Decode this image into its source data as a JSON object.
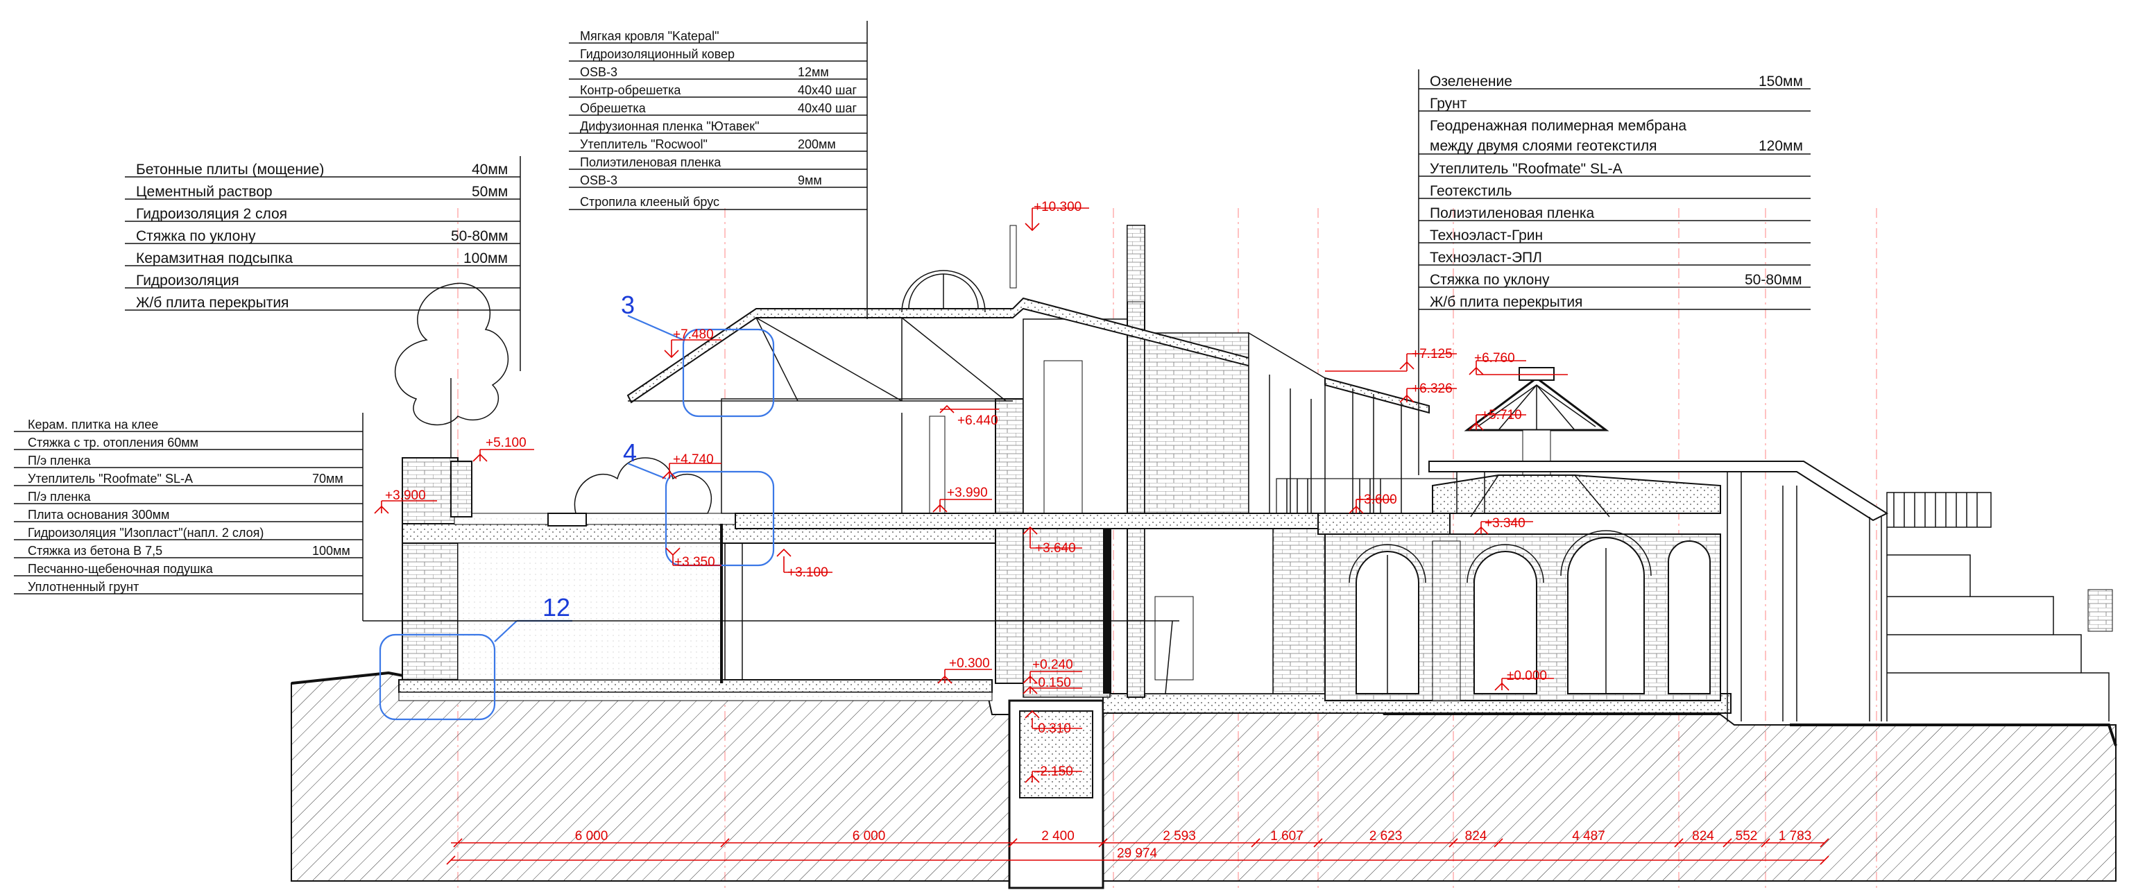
{
  "layer_notes": {
    "roof": [
      {
        "name": "Мягкая кровля \"Katepal\"",
        "value": ""
      },
      {
        "name": "Гидроизоляционный ковер",
        "value": ""
      },
      {
        "name": "OSB-3",
        "value": "12мм"
      },
      {
        "name": "Контр-обрешетка",
        "value": "40х40 шаг"
      },
      {
        "name": "Обрешетка",
        "value": "40х40 шаг"
      },
      {
        "name": "Дифузионная пленка \"Ютавек\"",
        "value": ""
      },
      {
        "name": "Утеплитель \"Rocwool\"",
        "value": "200мм"
      },
      {
        "name": "Полиэтиленовая пленка",
        "value": ""
      },
      {
        "name": "OSB-3",
        "value": "9мм"
      },
      {
        "name": "Стропила клееный брус",
        "value": ""
      }
    ],
    "terrace": [
      {
        "name": "Бетонные плиты (мощение)",
        "value": "40мм"
      },
      {
        "name": "Цементный раствор",
        "value": "50мм"
      },
      {
        "name": "Гидроизоляция 2 слоя",
        "value": ""
      },
      {
        "name": "Стяжка по уклону",
        "value": "50-80мм"
      },
      {
        "name": "Керамзитная подсыпка",
        "value": "100мм"
      },
      {
        "name": "Гидроизоляция",
        "value": ""
      },
      {
        "name": "Ж/б плита перекрытия",
        "value": ""
      }
    ],
    "green_roof": [
      {
        "name": "Озеленение",
        "value": "150мм"
      },
      {
        "name": "Грунт",
        "value": ""
      },
      {
        "name": "Геодренажная полимерная мембрана",
        "value": ""
      },
      {
        "name": "между двумя слоями геотекстиля",
        "value": "120мм"
      },
      {
        "name": "Утеплитель \"Roofmate\" SL-A",
        "value": ""
      },
      {
        "name": "Геотекстиль",
        "value": ""
      },
      {
        "name": "Полиэтиленовая пленка",
        "value": ""
      },
      {
        "name": "Техноэласт-Грин",
        "value": ""
      },
      {
        "name": "Техноэласт-ЭПЛ",
        "value": ""
      },
      {
        "name": "Стяжка по уклону",
        "value": "50-80мм"
      },
      {
        "name": "Ж/б плита перекрытия",
        "value": ""
      }
    ],
    "floor": [
      {
        "name": "Керам. плитка на клее",
        "value": ""
      },
      {
        "name": "Стяжка с тр. отопления 60мм",
        "value": ""
      },
      {
        "name": "П/э пленка",
        "value": ""
      },
      {
        "name": "Утеплитель \"Roofmate\" SL-A",
        "value": "70мм"
      },
      {
        "name": "П/э пленка",
        "value": ""
      },
      {
        "name": "Плита основания 300мм",
        "value": ""
      },
      {
        "name": "Гидроизоляция \"Изопласт\"(напл. 2 слоя)",
        "value": ""
      },
      {
        "name": "Стяжка из бетона В 7,5",
        "value": "100мм"
      },
      {
        "name": "Песчанно-щебеночная подушка",
        "value": ""
      },
      {
        "name": "Уплотненный грунт",
        "value": ""
      }
    ]
  },
  "elevations": [
    {
      "id": "e10300",
      "text": "+10.300"
    },
    {
      "id": "e7480",
      "text": "+7.480"
    },
    {
      "id": "e7125",
      "text": "+7.125"
    },
    {
      "id": "e6760",
      "text": "+6.760"
    },
    {
      "id": "e6440",
      "text": "+6.440"
    },
    {
      "id": "e6326",
      "text": "+6.326"
    },
    {
      "id": "e5710",
      "text": "+5.710"
    },
    {
      "id": "e5100",
      "text": "+5.100"
    },
    {
      "id": "e4740",
      "text": "+4.740"
    },
    {
      "id": "e3990",
      "text": "+3.990"
    },
    {
      "id": "e3900",
      "text": "+3.900"
    },
    {
      "id": "e3600",
      "text": "+3.600"
    },
    {
      "id": "e3640",
      "text": "+3.640"
    },
    {
      "id": "e3340",
      "text": "+3.340"
    },
    {
      "id": "e3350",
      "text": "+3.350"
    },
    {
      "id": "e3100",
      "text": "+3.100"
    },
    {
      "id": "e0300",
      "text": "+0.300"
    },
    {
      "id": "e0240",
      "text": "+0.240"
    },
    {
      "id": "e0000",
      "text": "±0.000"
    },
    {
      "id": "em0150",
      "text": "-0.150"
    },
    {
      "id": "em0310",
      "text": "-0.310"
    },
    {
      "id": "em2150",
      "text": "-2.150"
    }
  ],
  "callouts": [
    {
      "id": "c3",
      "text": "3"
    },
    {
      "id": "c4",
      "text": "4"
    },
    {
      "id": "c12",
      "text": "12"
    }
  ],
  "dimensions": {
    "segments": [
      "6 000",
      "6 000",
      "2 400",
      "2 593",
      "1 607",
      "2 623",
      "824",
      "4 487",
      "824",
      "552",
      "1 783"
    ],
    "total": "29 974"
  }
}
